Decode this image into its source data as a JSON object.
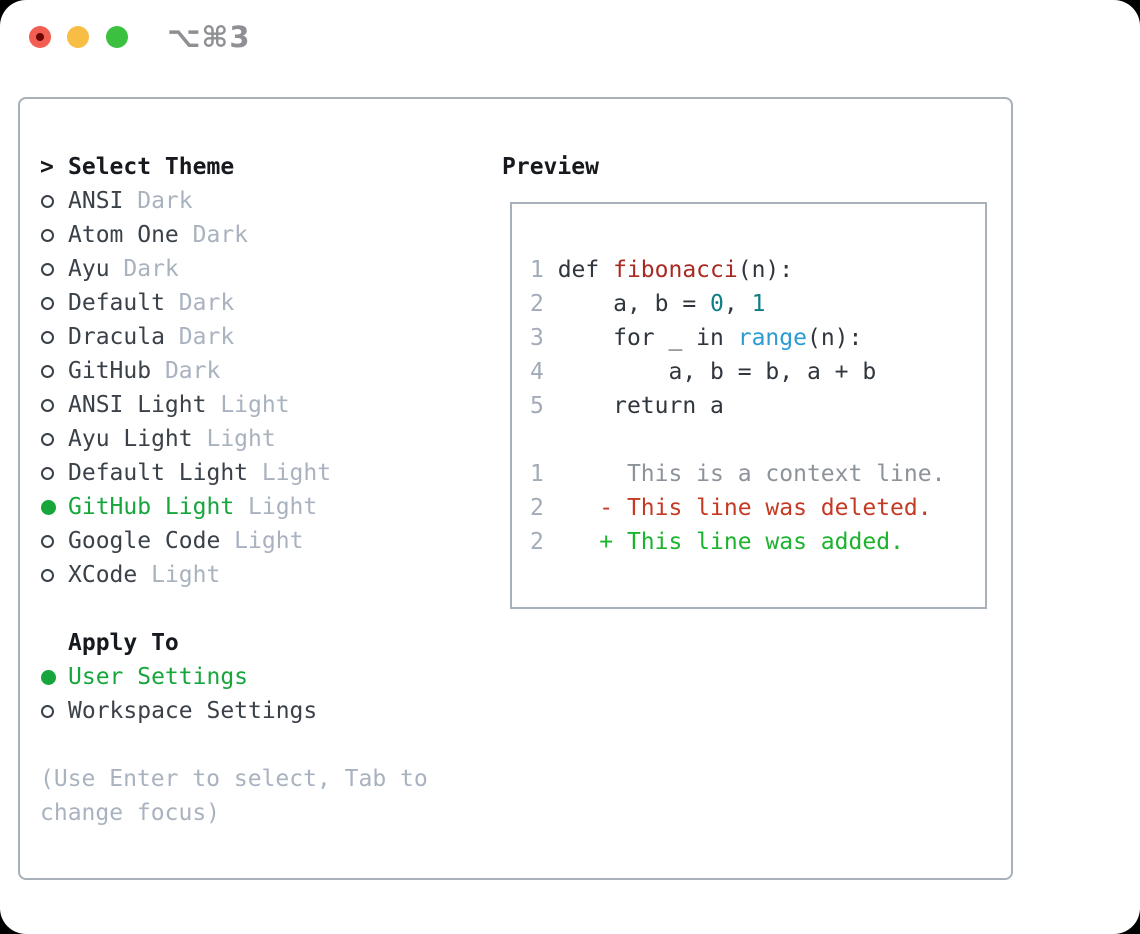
{
  "window": {
    "shortcut_label": "⌥⌘3",
    "traffic_lights": [
      "close",
      "minimize",
      "zoom"
    ]
  },
  "colors": {
    "accent-green": "#16a63c",
    "muted": "#a9b2bf",
    "item-text": "#3a4149",
    "header-text": "#16191d",
    "border": "#a8b0ba",
    "line-number": "#a2abb8",
    "code-text": "#30363d",
    "func-red": "#a82a23",
    "number-teal": "#0e7d85",
    "builtin-blue": "#2b9bd4",
    "context-gray": "#8d939b",
    "deleted-red": "#c43a24",
    "added-green": "#1cb32e",
    "traffic-red": "#f25f52",
    "traffic-red-dot": "#6d0500",
    "traffic-yellow": "#f7bd45",
    "traffic-green": "#3bc13f",
    "shortcut-gray": "#8e9094",
    "window-bg": "#ffffff"
  },
  "theme_panel": {
    "prompt": ">",
    "title": "Select Theme",
    "themes": [
      {
        "name": "ANSI",
        "variant": "Dark",
        "selected": false
      },
      {
        "name": "Atom One",
        "variant": "Dark",
        "selected": false
      },
      {
        "name": "Ayu",
        "variant": "Dark",
        "selected": false
      },
      {
        "name": "Default",
        "variant": "Dark",
        "selected": false
      },
      {
        "name": "Dracula",
        "variant": "Dark",
        "selected": false
      },
      {
        "name": "GitHub",
        "variant": "Dark",
        "selected": false
      },
      {
        "name": "ANSI Light",
        "variant": "Light",
        "selected": false
      },
      {
        "name": "Ayu Light",
        "variant": "Light",
        "selected": false
      },
      {
        "name": "Default Light",
        "variant": "Light",
        "selected": false
      },
      {
        "name": "GitHub Light",
        "variant": "Light",
        "selected": true
      },
      {
        "name": "Google Code",
        "variant": "Light",
        "selected": false
      },
      {
        "name": "XCode",
        "variant": "Light",
        "selected": false
      }
    ],
    "apply_to": {
      "title": "Apply To",
      "options": [
        {
          "label": "User Settings",
          "selected": true
        },
        {
          "label": "Workspace Settings",
          "selected": false
        }
      ]
    },
    "hint": "(Use Enter to select, Tab to change focus)"
  },
  "preview": {
    "title": "Preview",
    "lines": [
      {
        "num": "1",
        "tokens": [
          {
            "c": "code",
            "t": "def "
          },
          {
            "c": "func",
            "t": "fibonacci"
          },
          {
            "c": "code",
            "t": "(n):"
          }
        ]
      },
      {
        "num": "2",
        "tokens": [
          {
            "c": "code",
            "t": "    a, b = "
          },
          {
            "c": "num",
            "t": "0"
          },
          {
            "c": "code",
            "t": ", "
          },
          {
            "c": "num",
            "t": "1"
          }
        ]
      },
      {
        "num": "3",
        "tokens": [
          {
            "c": "code",
            "t": "    for _ in "
          },
          {
            "c": "builtin",
            "t": "range"
          },
          {
            "c": "code",
            "t": "(n):"
          }
        ]
      },
      {
        "num": "4",
        "tokens": [
          {
            "c": "code",
            "t": "        a, b = b, a + b"
          }
        ]
      },
      {
        "num": "5",
        "tokens": [
          {
            "c": "code",
            "t": "    return a"
          }
        ]
      },
      {
        "num": "",
        "tokens": []
      },
      {
        "num": "1",
        "tokens": [
          {
            "c": "context",
            "t": "     This is a context line."
          }
        ]
      },
      {
        "num": "2",
        "tokens": [
          {
            "c": "deleted",
            "t": "   - This line was deleted."
          }
        ]
      },
      {
        "num": "2",
        "tokens": [
          {
            "c": "added",
            "t": "   + This line was added."
          }
        ]
      }
    ]
  }
}
